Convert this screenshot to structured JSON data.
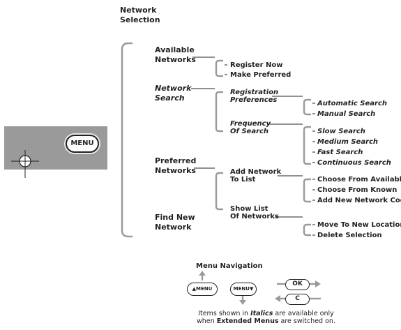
{
  "title": [
    "Network",
    "Selection"
  ],
  "device": {
    "button_label": "MENU"
  },
  "level1": [
    [
      "Available",
      "Networks"
    ],
    [
      "Network",
      "Search"
    ],
    [
      "Preferred",
      "Networks"
    ],
    [
      "Find New",
      "Network"
    ]
  ],
  "available_networks": [
    "Register Now",
    "Make Preferred"
  ],
  "network_search": [
    [
      "Registration",
      "Preferences"
    ],
    [
      "Frequency",
      "Of Search"
    ]
  ],
  "registration_preferences": [
    "Automatic Search",
    "Manual Search"
  ],
  "frequency_of_search": [
    "Slow Search",
    "Medium Search",
    "Fast Search",
    "Continuous Search"
  ],
  "preferred_networks": [
    [
      "Add Network",
      "To List"
    ],
    [
      "Show List",
      "Of Networks"
    ]
  ],
  "add_network_to_list": [
    "Choose From Available",
    "Choose From Known",
    "Add New Network Code"
  ],
  "show_list_of_networks": [
    "Move To New Location",
    "Delete Selection"
  ],
  "navigation": {
    "title": "Menu Navigation",
    "menu_up_label": "▲MENU",
    "menu_down_label": "MENU▼",
    "ok_label": "OK",
    "c_label": "C"
  },
  "note": {
    "line1_pre": "Items shown in ",
    "line1_em": "Italics",
    "line1_post": " are available only",
    "line2_pre": "when ",
    "line2_em": "Extended Menus",
    "line2_post": " are switched on."
  }
}
